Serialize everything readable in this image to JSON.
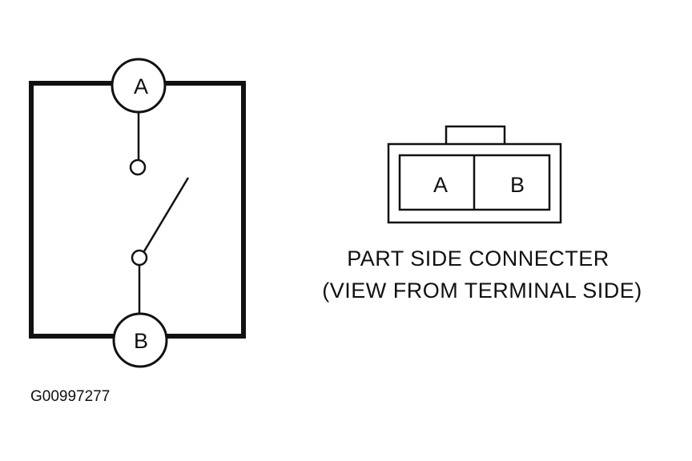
{
  "schematic": {
    "terminal_a_label": "A",
    "terminal_b_label": "B"
  },
  "connector": {
    "slot_a_label": "A",
    "slot_b_label": "B",
    "caption_line1": "PART SIDE CONNECTER",
    "caption_line2": "(VIEW FROM TERMINAL SIDE)"
  },
  "figure_id": "G00997277",
  "colors": {
    "ink": "#111111",
    "background": "#ffffff"
  }
}
